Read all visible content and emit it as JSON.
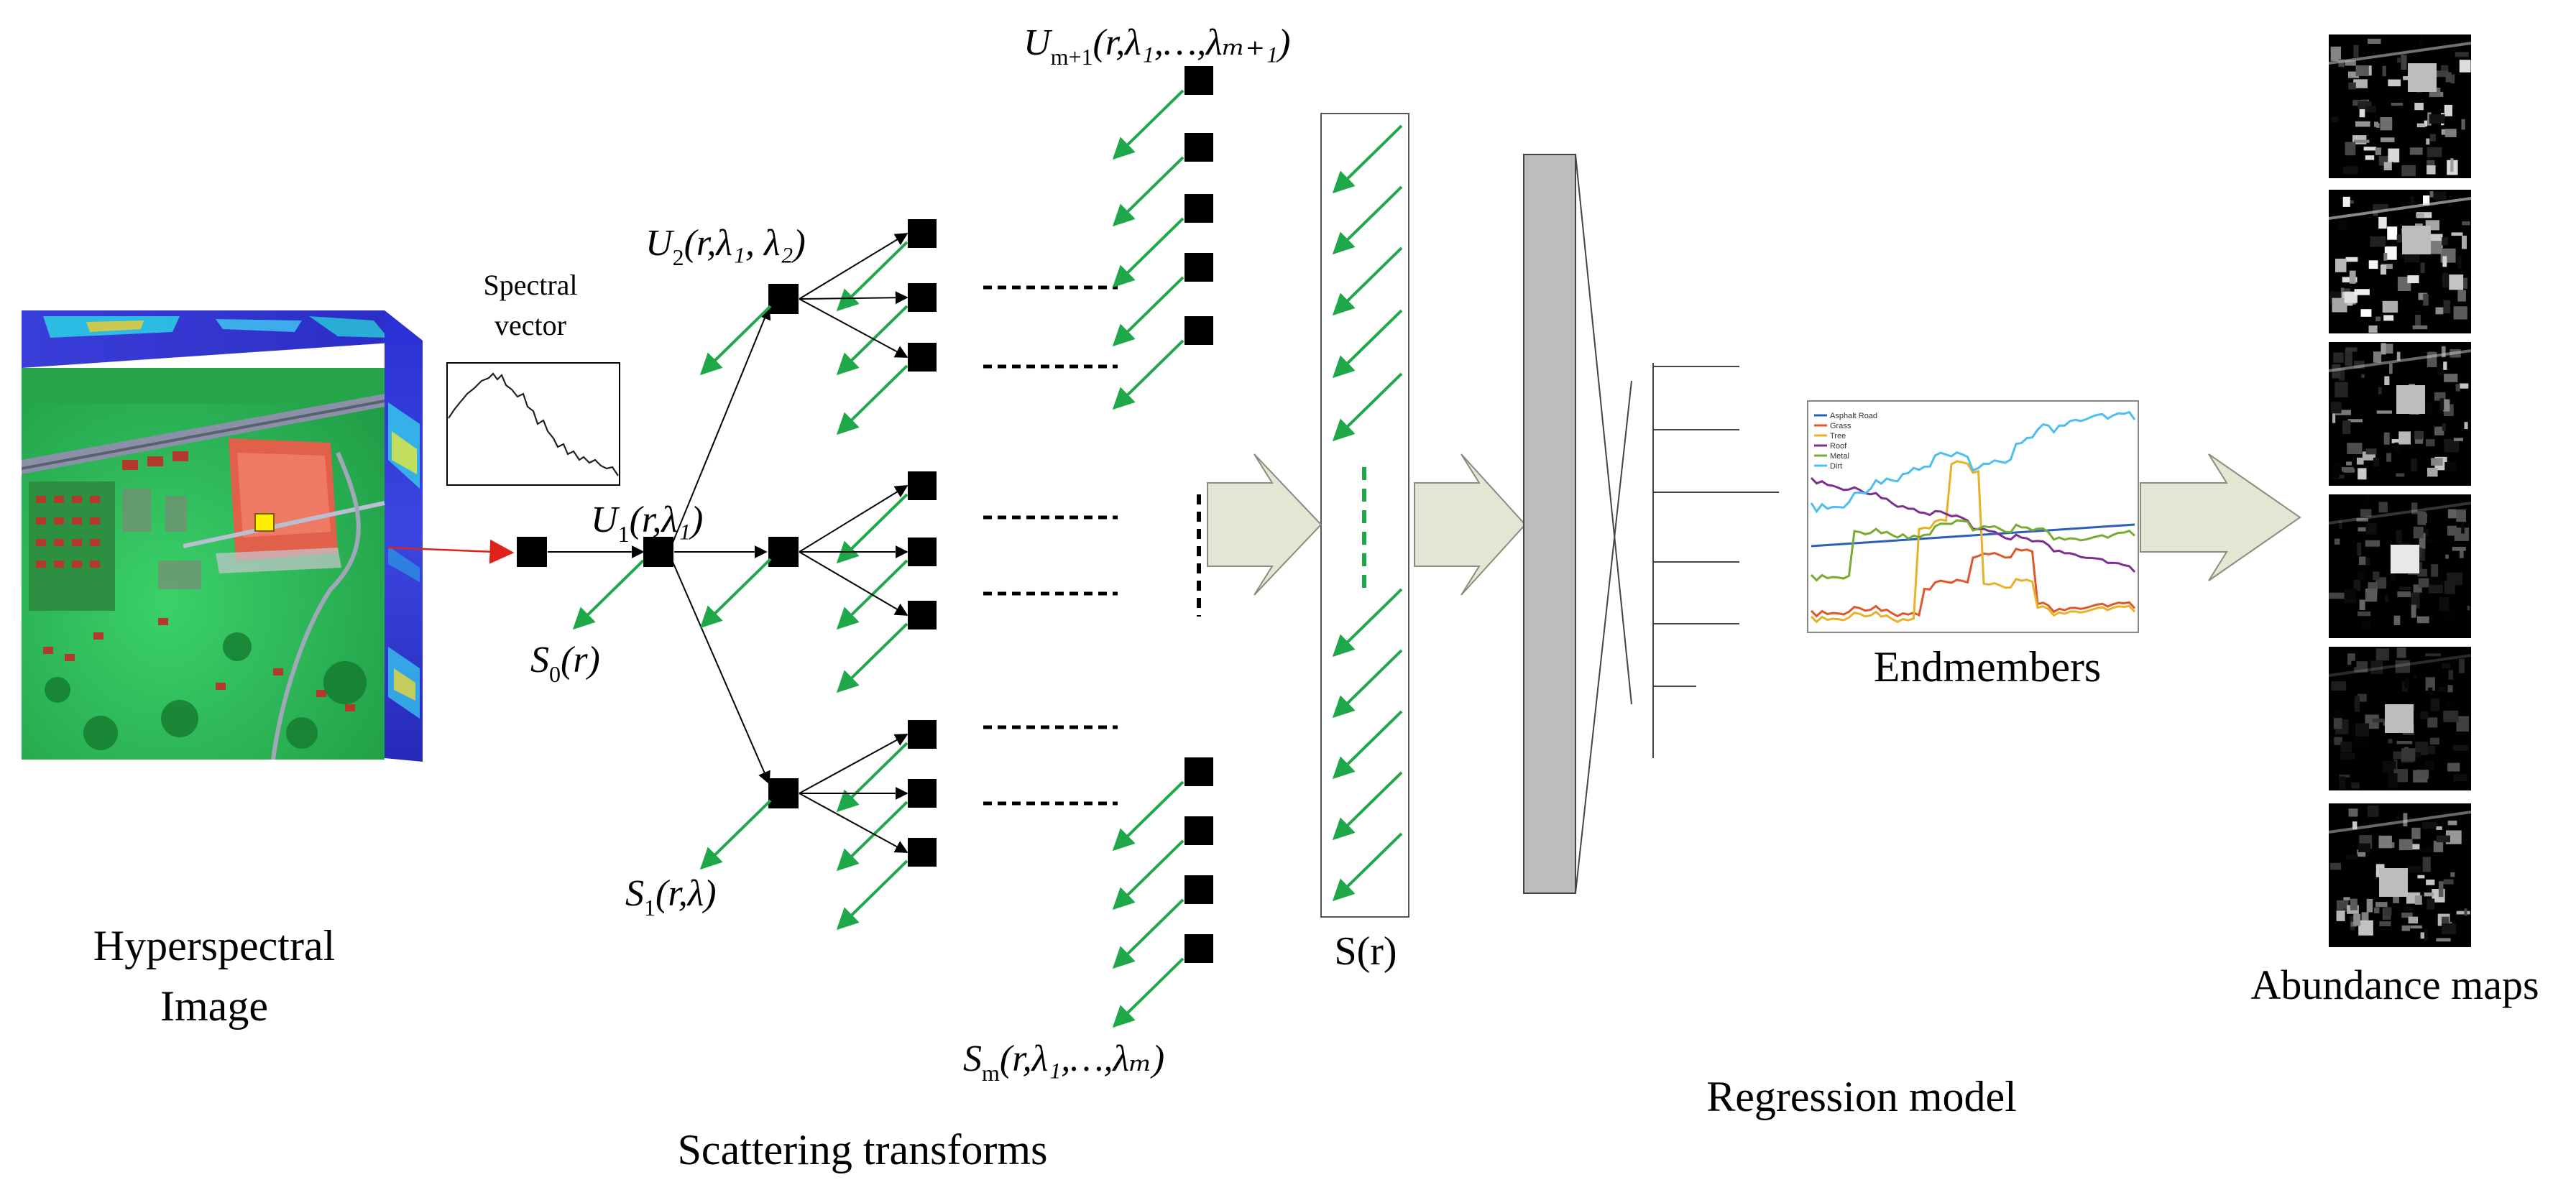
{
  "labels": {
    "hyperspectral_line1": "Hyperspectral",
    "hyperspectral_line2": "Image",
    "spectral_line1": "Spectral",
    "spectral_line2": "vector",
    "scattering": "Scattering transforms",
    "s_of_r": "S(r)",
    "endmembers": "Endmembers",
    "regression": "Regression model",
    "abundance": "Abundance maps"
  },
  "math": {
    "s0": {
      "base": "S",
      "sub": "0",
      "args": "(r)"
    },
    "s1": {
      "base": "S",
      "sub": "1",
      "args": "(r,λ)"
    },
    "sm": {
      "base": "S",
      "sub": "m",
      "args": "(r,λ₁,…,λₘ)"
    },
    "u1": {
      "base": "U",
      "sub": "1",
      "args": "(r,λ₁)"
    },
    "u2": {
      "base": "U",
      "sub": "2",
      "args": "(r,λ₁, λ₂)"
    },
    "um1": {
      "base": "U",
      "sub": "m+1",
      "args": "(r,λ₁,…,λₘ₊₁)"
    }
  },
  "endmember_legend": [
    "Asphalt Road",
    "Grass",
    "Tree",
    "Roof",
    "Metal",
    "Dirt"
  ],
  "colors": {
    "green_arrow": "#1fa84a",
    "red_arrow": "#e0201a",
    "big_arrow_fill": "#e3e6d3",
    "regression_bar": "#bdbdbd",
    "series": [
      "#2a5fb8",
      "#e0572a",
      "#e8b12a",
      "#7e2f8e",
      "#77ac30",
      "#4dbeee"
    ]
  }
}
